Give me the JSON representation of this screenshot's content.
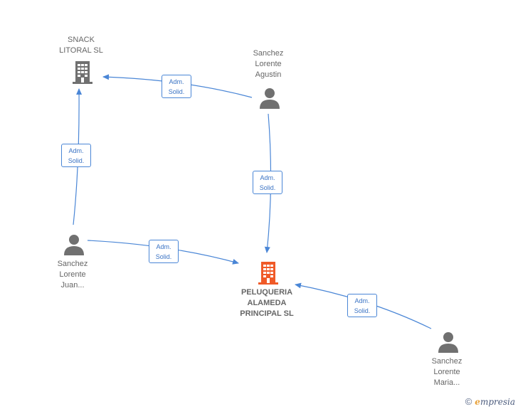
{
  "colors": {
    "edge": "#4a86d6",
    "company_gray": "#707070",
    "company_main": "#f05a28",
    "person": "#707070"
  },
  "nodes": {
    "snack": {
      "lines": [
        "SNACK",
        "LITORAL SL"
      ],
      "icon": "building-icon"
    },
    "agustin": {
      "lines": [
        "Sanchez",
        "Lorente",
        "Agustin"
      ],
      "icon": "person-icon"
    },
    "juan": {
      "lines": [
        "Sanchez",
        "Lorente",
        "Juan..."
      ],
      "icon": "person-icon"
    },
    "peluqueria": {
      "lines": [
        "PELUQUERIA",
        "ALAMEDA",
        "PRINCIPAL SL"
      ],
      "icon": "building-icon"
    },
    "maria": {
      "lines": [
        "Sanchez",
        "Lorente",
        "Maria..."
      ],
      "icon": "person-icon"
    }
  },
  "edges": [
    {
      "line1": "Adm.",
      "line2": "Solid."
    },
    {
      "line1": "Adm.",
      "line2": "Solid."
    },
    {
      "line1": "Adm.",
      "line2": "Solid."
    },
    {
      "line1": "Adm.",
      "line2": "Solid."
    },
    {
      "line1": "Adm.",
      "line2": "Solid."
    }
  ],
  "footer": {
    "copyright": "©",
    "brand_initial": "e",
    "brand_rest": "mpresia"
  }
}
